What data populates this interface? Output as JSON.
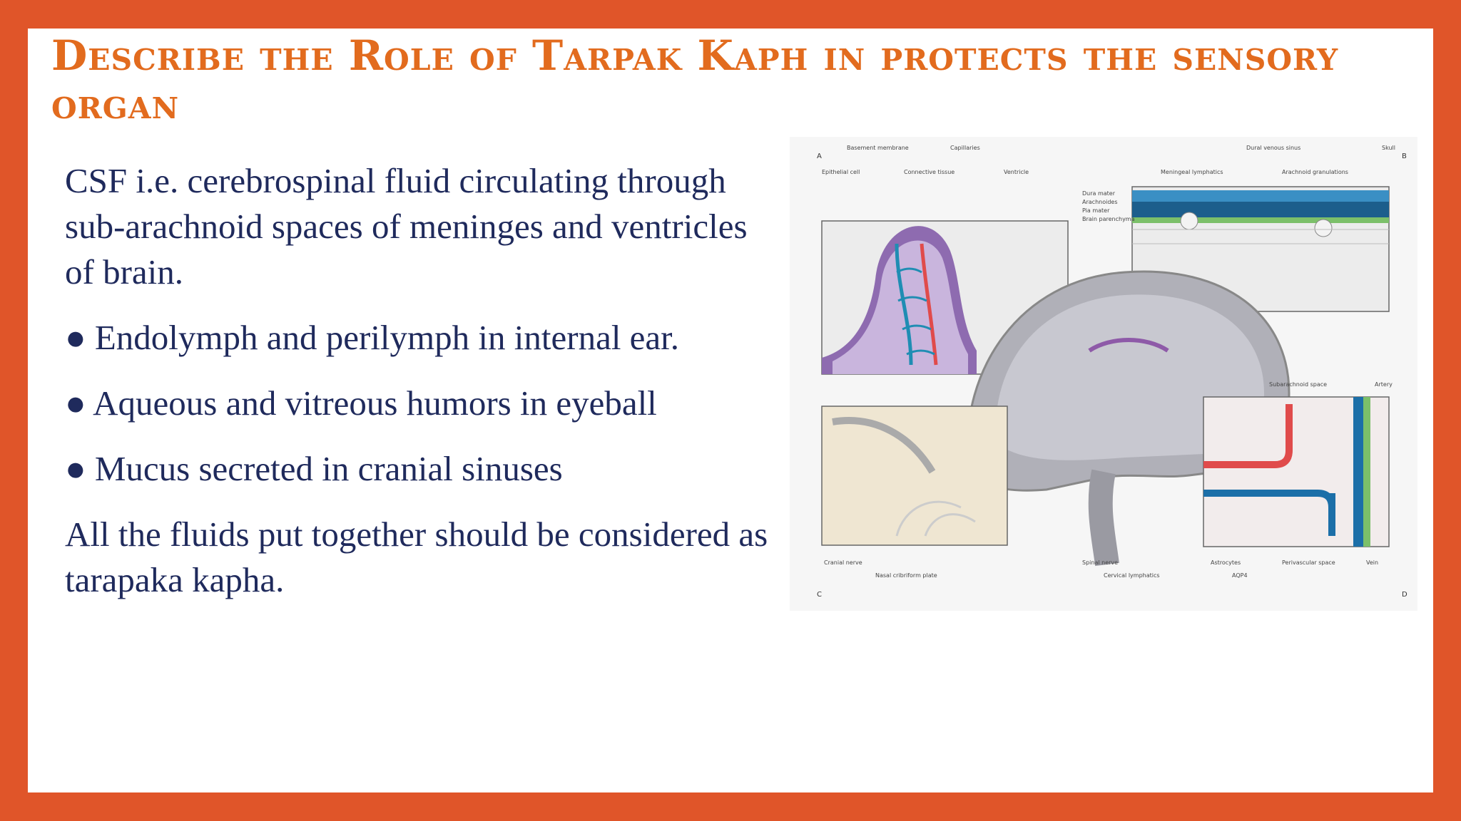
{
  "slide": {
    "title": "Describe the Role of Tarpak Kaph in protects the sensory organ",
    "paragraphs": [
      "CSF i.e. cerebrospinal fluid circulating through sub-arachnoid spaces of meninges and ventricles of brain.",
      "● Endolymph and perilymph in internal ear.",
      "● Aqueous and vitreous humors in eyeball",
      "● Mucus secreted in cranial sinuses",
      "All the fluids put together should be considered as tarapaka kapha."
    ],
    "colors": {
      "frame": "#E05529",
      "title": "#E26B1E",
      "body_text": "#1F2A5C"
    }
  },
  "figure": {
    "panel_letters": [
      "A",
      "B",
      "C",
      "D"
    ],
    "labels_a": [
      "Basement membrane",
      "Capillaries",
      "Epithelial cell",
      "Connective tissue",
      "Ventricle"
    ],
    "labels_b": [
      "Dural venous sinus",
      "Skull",
      "Meningeal lymphatics",
      "Arachnoid granulations",
      "Dura mater",
      "Arachnoides",
      "Pia mater",
      "Brain parenchyma"
    ],
    "labels_c": [
      "Cranial nerve",
      "Nasal cribriform plate",
      "Spinal nerve",
      "Cervical lymphatics"
    ],
    "labels_d": [
      "Subarachnoid space",
      "Artery",
      "Astrocytes",
      "Perivascular space",
      "Vein",
      "AQP4"
    ]
  }
}
